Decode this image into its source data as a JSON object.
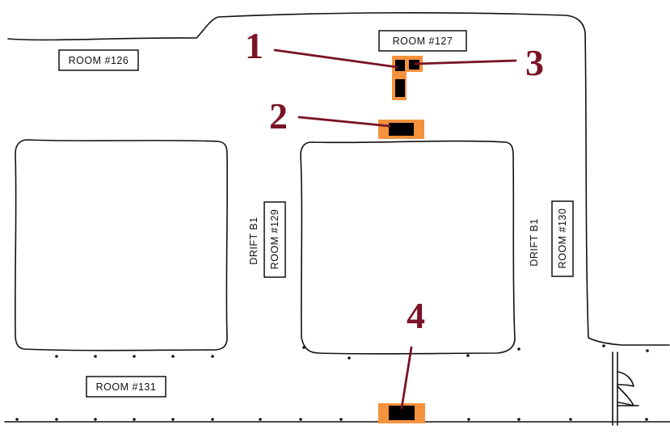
{
  "rooms": {
    "r126": "ROOM  #126",
    "r127": "ROOM  #127",
    "r129": "ROOM  #129",
    "r130": "ROOM  #130",
    "r131": "ROOM  #131"
  },
  "drifts": {
    "left": "DRIFT  B1",
    "right": "DRIFT  B1"
  },
  "callouts": {
    "c1": "1",
    "c2": "2",
    "c3": "3",
    "c4": "4"
  },
  "colors": {
    "callout": "#7a1426",
    "marker_fill": "#f5923e",
    "marker_core": "#000000",
    "lines": "#111111"
  }
}
